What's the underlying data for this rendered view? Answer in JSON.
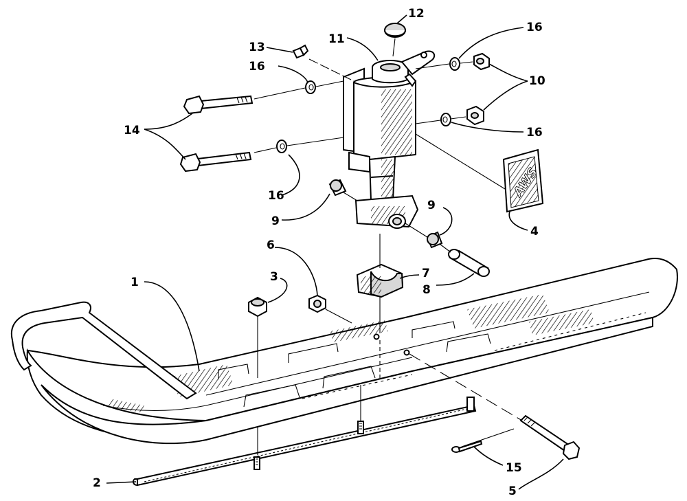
{
  "diagram": {
    "callouts": {
      "c1": "1",
      "c2": "2",
      "c3": "3",
      "c4": "4",
      "c5": "5",
      "c6": "6",
      "c7": "7",
      "c8": "8",
      "c9a": "9",
      "c9b": "9",
      "c10": "10",
      "c11": "11",
      "c12": "12",
      "c13": "13",
      "c14": "14",
      "c15": "15",
      "c16a": "16",
      "c16b": "16",
      "c16c": "16",
      "c16d": "16"
    },
    "decal_text": "AWS"
  }
}
